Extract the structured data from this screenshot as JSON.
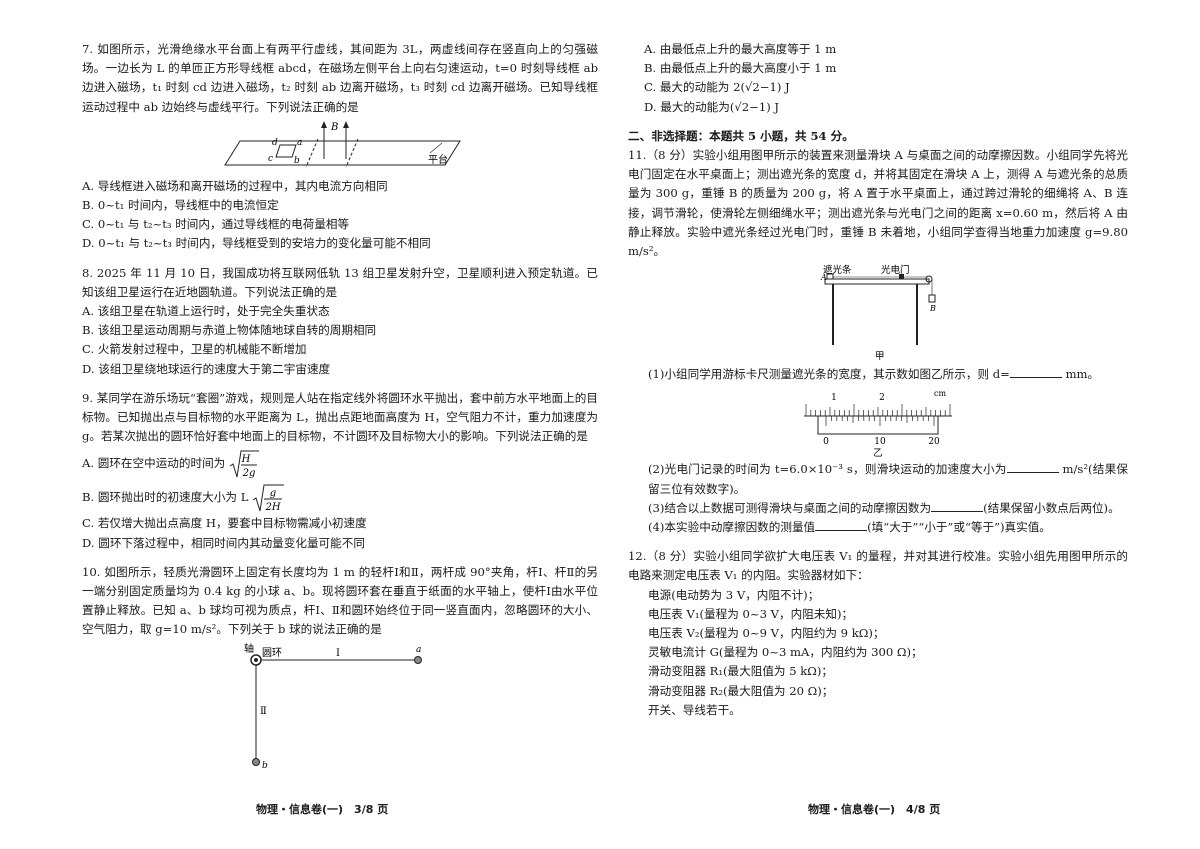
{
  "left": {
    "q7": {
      "stem": "7. 如图所示，光滑绝缘水平台面上有两平行虚线，其间距为 3L，两虚线间存在竖直向上的匀强磁场。一边长为 L 的单匝正方形导线框 abcd，在磁场左侧平台上向右匀速运动，t=0 时刻导线框 ab 边进入磁场，t₁ 时刻 cd 边进入磁场，t₂ 时刻 ab 边离开磁场，t₃ 时刻 cd 边离开磁场。已知导线框运动过程中 ab 边始终与虚线平行。下列说法正确的是",
      "fig_labels": {
        "B": "B",
        "d": "d",
        "a": "a",
        "c": "c",
        "b": "b",
        "table": "平台"
      },
      "options": [
        "A. 导线框进入磁场和离开磁场的过程中，其内电流方向相同",
        "B. 0~t₁ 时间内，导线框中的电流恒定",
        "C. 0~t₁ 与 t₂~t₃ 时间内，通过导线框的电荷量相等",
        "D. 0~t₁ 与 t₂~t₃ 时间内，导线框受到的安培力的变化量可能不相同"
      ]
    },
    "q8": {
      "stem": "8. 2025 年 11 月 10 日，我国成功将互联网低轨 13 组卫星发射升空，卫星顺利进入预定轨道。已知该组卫星运行在近地圆轨道。下列说法正确的是",
      "options": [
        "A. 该组卫星在轨道上运行时，处于完全失重状态",
        "B. 该组卫星运动周期与赤道上物体随地球自转的周期相同",
        "C. 火箭发射过程中，卫星的机械能不断增加",
        "D. 该组卫星绕地球运行的速度大于第二宇宙速度"
      ]
    },
    "q9": {
      "stem": "9. 某同学在游乐场玩“套圈”游戏，规则是人站在指定线外将圆环水平抛出，套中前方水平地面上的目标物。已知抛出点与目标物的水平距离为 L，抛出点距地面高度为 H，空气阻力不计，重力加速度为 g。若某次抛出的圆环恰好套中地面上的目标物，不计圆环及目标物大小的影响。下列说法正确的是",
      "optA_text": "A. 圆环在空中运动的时间为",
      "optA_num": "H",
      "optA_den": "2g",
      "optB_text": "B. 圆环抛出时的初速度大小为 L",
      "optB_num": "g",
      "optB_den": "2H",
      "optC": "C. 若仅增大抛出点高度 H，要套中目标物需减小初速度",
      "optD": "D. 圆环下落过程中，相同时间内其动量变化量可能不同"
    },
    "q10": {
      "stem": "10. 如图所示，轻质光滑圆环上固定有长度均为 1 m 的轻杆Ⅰ和Ⅱ，两杆成 90°夹角，杆Ⅰ、杆Ⅱ的另一端分别固定质量均为 0.4 kg 的小球 a、b。现将圆环套在垂直于纸面的水平轴上，使杆Ⅰ由水平位置静止释放。已知 a、b 球均可视为质点，杆Ⅰ、Ⅱ和圆环始终位于同一竖直面内，忽略圆环的大小、空气阻力，取 g=10 m/s²。下列关于 b 球的说法正确的是",
      "fig_labels": {
        "axis": "轴",
        "ring": "圆环",
        "rod1": "Ⅰ",
        "rod2": "Ⅱ",
        "a": "a",
        "b": "b"
      }
    },
    "footer": "物理・信息卷(一)　3/8 页"
  },
  "right": {
    "q10_options": [
      "A. 由最低点上升的最大高度等于 1 m",
      "B. 由最低点上升的最大高度小于 1 m",
      "C. 最大的动能为 2(√2−1) J",
      "D. 最大的动能为(√2−1) J"
    ],
    "section": "二、非选择题：本题共 5 小题，共 54 分。",
    "q11": {
      "stem": "11.（8 分）实验小组用图甲所示的装置来测量滑块 A 与桌面之间的动摩擦因数。小组同学先将光电门固定在水平桌面上；测出遮光条的宽度 d，并将其固定在滑块 A 上，测得 A 与遮光条的总质量为 300 g，重锤 B 的质量为 200 g，将 A 置于水平桌面上，通过跨过滑轮的细绳将 A、B 连接，调节滑轮，使滑轮左侧细绳水平；测出遮光条与光电门之间的距离 x=0.60 m，然后将 A 由静止释放。实验中遮光条经过光电门时，重锤 B 未着地，小组同学查得当地重力加速度 g=9.80 m/s²。",
      "figA_labels": {
        "strip": "遮光条",
        "gate": "光电门",
        "A": "A",
        "B": "B",
        "caption": "甲"
      },
      "sub1_pre": "(1)小组同学用游标卡尺测量遮光条的宽度，其示数如图乙所示，则 d=",
      "sub1_post": "mm。",
      "figB_labels": {
        "main1": "1",
        "main2": "2",
        "unit": "cm",
        "v0": "0",
        "v10": "10",
        "v20": "20",
        "caption": "乙"
      },
      "sub2_pre": "(2)光电门记录的时间为 t=6.0×10⁻³ s，则滑块运动的加速度大小为",
      "sub2_post": "m/s²(结果保留三位有效数字)。",
      "sub3_pre": "(3)结合以上数据可测得滑块与桌面之间的动摩擦因数为",
      "sub3_post": "(结果保留小数点后两位)。",
      "sub4_pre": "(4)本实验中动摩擦因数的测量值",
      "sub4_post": "(填“大于”“小于”或“等于”)真实值。"
    },
    "q12": {
      "stem": "12.（8 分）实验小组同学欲扩大电压表 V₁ 的量程，并对其进行校准。实验小组先用图甲所示的电路来测定电压表 V₁ 的内阻。实验器材如下：",
      "items": [
        "电源(电动势为 3 V，内阻不计)；",
        "电压表 V₁(量程为 0~3 V，内阻未知)；",
        "电压表 V₂(量程为 0~9 V，内阻约为 9 kΩ)；",
        "灵敏电流计 G(量程为 0~3 mA，内阻约为 300 Ω)；",
        "滑动变阻器 R₁(最大阻值为 5 kΩ)；",
        "滑动变阻器 R₂(最大阻值为 20 Ω)；",
        "开关、导线若干。"
      ]
    },
    "footer": "物理・信息卷(一)　4/8 页"
  }
}
